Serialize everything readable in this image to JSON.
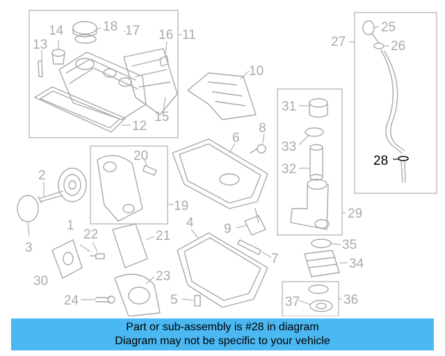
{
  "diagram": {
    "callouts": {
      "c1": "1",
      "c2": "2",
      "c3": "3",
      "c4": "4",
      "c5": "5",
      "c6": "6",
      "c7": "7",
      "c8": "8",
      "c9": "9",
      "c10": "10",
      "c11": "11",
      "c12": "12",
      "c13": "13",
      "c14": "14",
      "c15": "15",
      "c16": "16",
      "c17": "17",
      "c18": "18",
      "c19": "19",
      "c20": "20",
      "c21": "21",
      "c22": "22",
      "c23": "23",
      "c24": "24",
      "c25": "25",
      "c26": "26",
      "c27": "27",
      "c28": "28",
      "c29": "29",
      "c30": "30",
      "c31": "31",
      "c32": "32",
      "c33": "33",
      "c34": "34",
      "c35": "35",
      "c36": "36",
      "c37": "37"
    },
    "highlighted_part": "28",
    "colors": {
      "line_art": "#a8a8a8",
      "highlight": "#111111",
      "banner": "#4bb8f2"
    }
  },
  "banner": {
    "line1": "Part or sub-assembly is #28 in diagram",
    "line2": "Diagram may not be specific to your vehicle"
  }
}
